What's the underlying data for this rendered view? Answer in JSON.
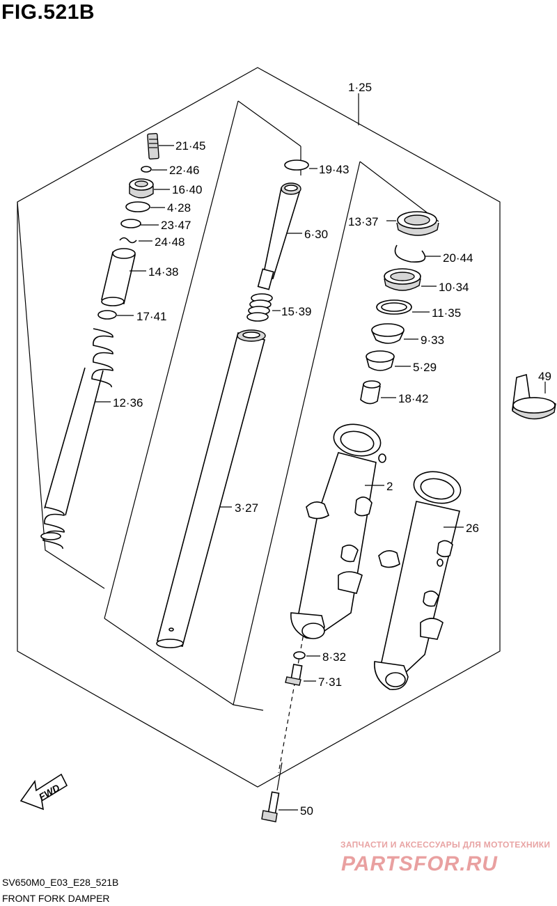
{
  "figure": {
    "title": "FIG.521B"
  },
  "footer": {
    "model_code": "SV650M0_E03_E28_521B",
    "caption": "FRONT FORK DAMPER"
  },
  "watermark": {
    "tagline": "ЗАПЧАСТИ И АКСЕССУАРЫ ДЛЯ МОТОТЕХНИКИ",
    "site": "PARTSFOR.RU"
  },
  "direction_arrow": {
    "label": "FWD"
  },
  "callouts": {
    "c1_25": "1·25",
    "c21_45": "21·45",
    "c22_46": "22·46",
    "c16_40": "16·40",
    "c4_28": "4·28",
    "c23_47": "23·47",
    "c24_48": "24·48",
    "c14_38": "14·38",
    "c17_41": "17·41",
    "c12_36": "12·36",
    "c19_43": "19·43",
    "c6_30": "6·30",
    "c15_39": "15·39",
    "c3_27": "3·27",
    "c13_37": "13·37",
    "c20_44": "20·44",
    "c10_34": "10·34",
    "c11_35": "11·35",
    "c9_33": "9·33",
    "c5_29": "5·29",
    "c18_42": "18·42",
    "c49": "49",
    "c2": "2",
    "c26": "26",
    "c8_32": "8·32",
    "c7_31": "7·31",
    "c50": "50"
  },
  "icons": [
    "fwd-arrow-icon"
  ]
}
